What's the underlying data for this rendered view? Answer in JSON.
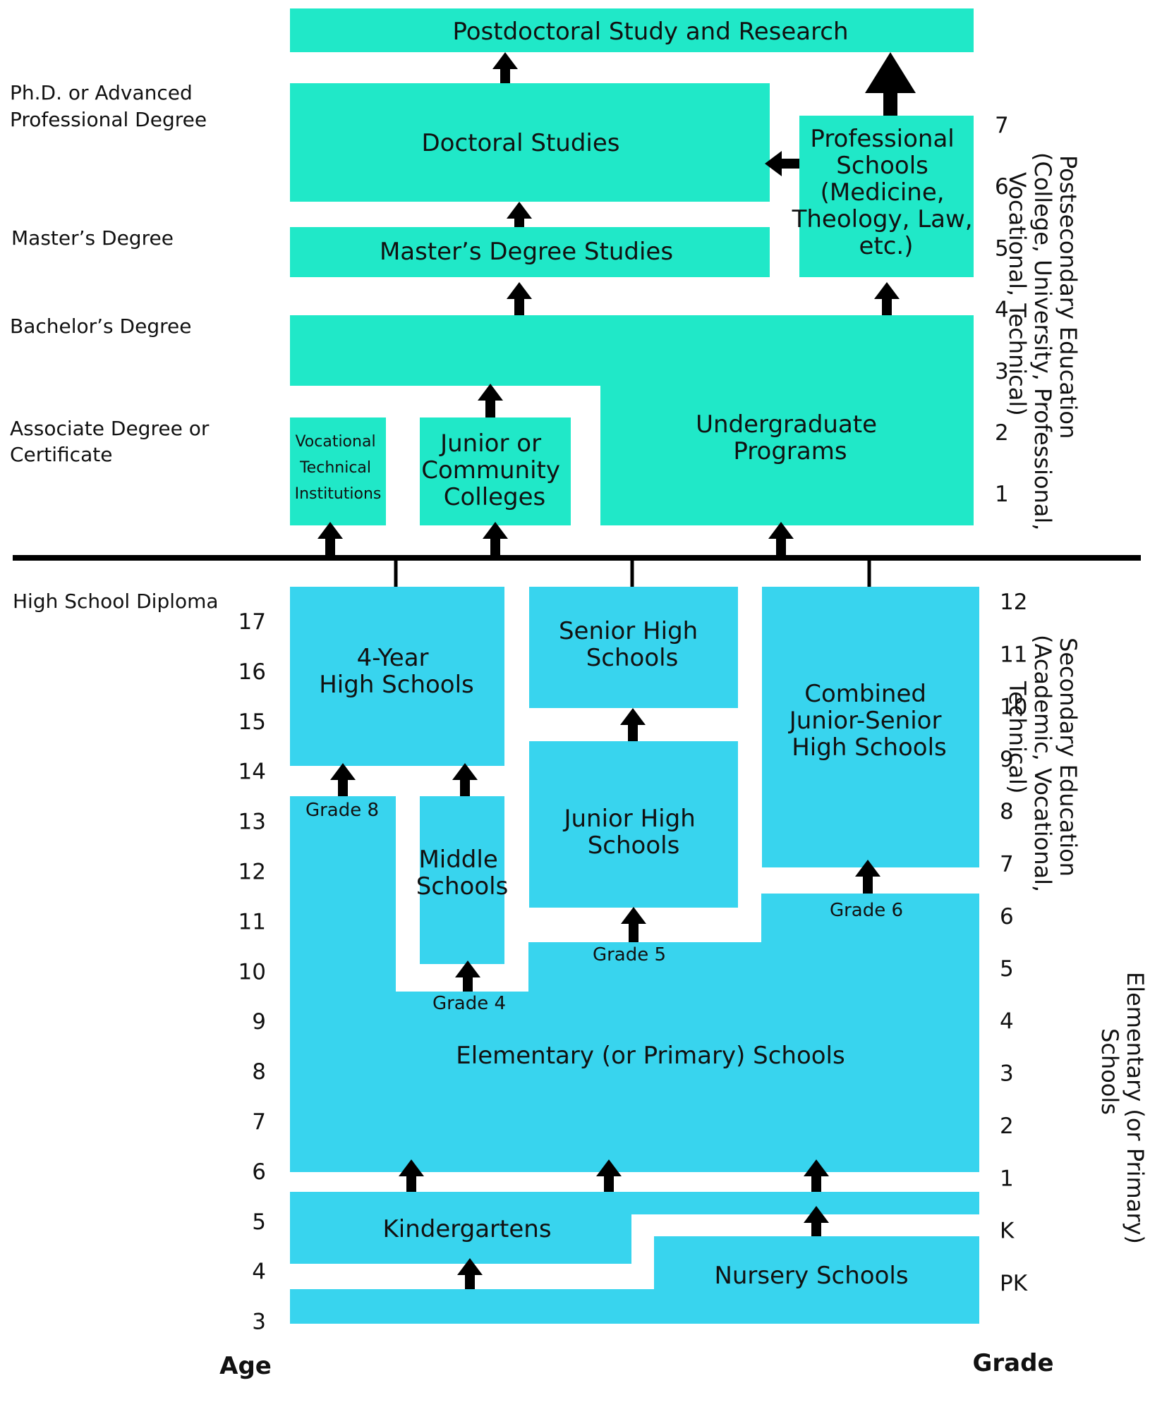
{
  "colors": {
    "postsecondary": "#20E8C8",
    "primary_secondary": "#38D4EE",
    "arrow": "#000000"
  },
  "boxes": {
    "postdoctoral": "Postdoctoral Study and Research",
    "doctoral": "Doctoral Studies",
    "professional": [
      "Professional",
      "Schools",
      "(Medicine,",
      "Theology, Law,",
      "etc.)"
    ],
    "masters": "Master’s Degree Studies",
    "undergraduate": [
      "Undergraduate",
      "Programs"
    ],
    "vocational": [
      "Vocational",
      "Technical",
      "Institutions"
    ],
    "junior_college": [
      "Junior or",
      "Community",
      "Colleges"
    ],
    "four_year_hs": [
      "4-Year",
      "High Schools"
    ],
    "senior_hs": [
      "Senior High",
      "Schools"
    ],
    "combined_hs": [
      "Combined",
      "Junior-Senior",
      "High Schools"
    ],
    "junior_hs": [
      "Junior High",
      "Schools"
    ],
    "middle": [
      "Middle",
      "Schools"
    ],
    "elementary": "Elementary (or Primary) Schools",
    "kindergartens": "Kindergartens",
    "nursery": "Nursery Schools"
  },
  "grade_entry_labels": {
    "grade8": "Grade 8",
    "grade4": "Grade 4",
    "grade5": "Grade 5",
    "grade6": "Grade 6"
  },
  "degree_labels": {
    "phd": [
      "Ph.D. or Advanced",
      "Professional Degree"
    ],
    "masters": "Master’s Degree",
    "bachelors": "Bachelor’s Degree",
    "associate": [
      "Associate Degree or",
      "Certificate"
    ],
    "high_school": "High School Diploma"
  },
  "ages": [
    "17",
    "16",
    "15",
    "14",
    "13",
    "12",
    "11",
    "10",
    "9",
    "8",
    "7",
    "6",
    "5",
    "4",
    "3"
  ],
  "postsecondary_grades": [
    "7",
    "6",
    "5",
    "4",
    "3",
    "2",
    "1"
  ],
  "school_grades": [
    "12",
    "11",
    "10",
    "9",
    "8",
    "7",
    "6",
    "5",
    "4",
    "3",
    "2",
    "1",
    "K",
    "PK"
  ],
  "side_labels": {
    "postsecondary": [
      "Postsecondary Education",
      "(College, University, Professional,",
      "Vocational, Technical)"
    ],
    "secondary": [
      "Secondary Education",
      "(Academic, Vocational,",
      "Technical)"
    ],
    "elementary": [
      "Elementary (or Primary)",
      "Schools"
    ]
  },
  "axis": {
    "age": "Age",
    "grade": "Grade"
  }
}
